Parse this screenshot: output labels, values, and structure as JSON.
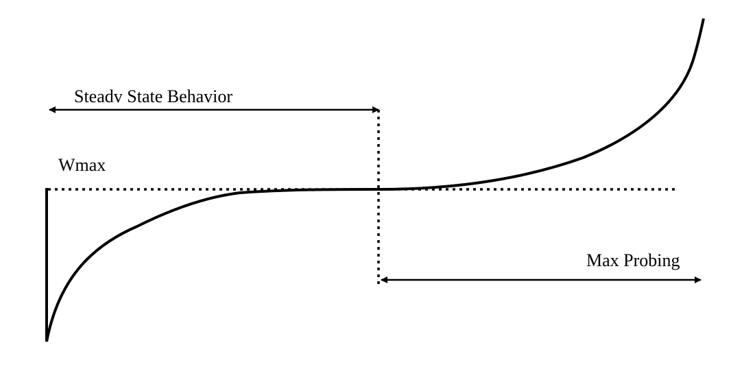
{
  "diagram": {
    "labels": {
      "steady_state": "Steadv State Behavior",
      "wmax": "Wmax",
      "max_probing": "Max Probing"
    }
  }
}
